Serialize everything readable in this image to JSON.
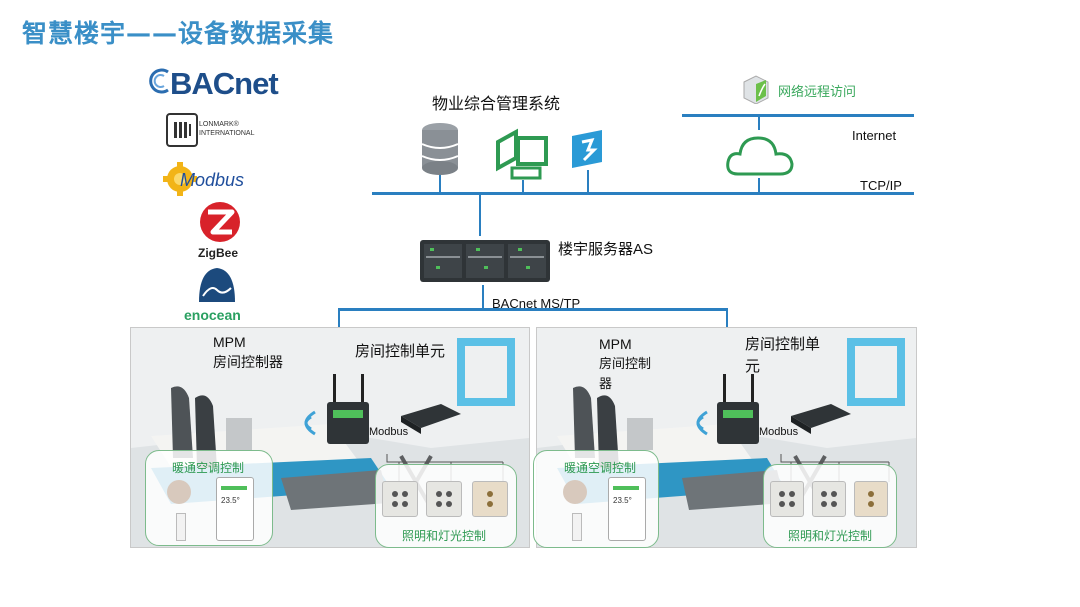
{
  "title": "智慧楼宇——设备数据采集",
  "protocols": {
    "bacnet": "BACnet",
    "lonmark": "LONMARK® INTERNATIONAL",
    "modbus": "Modbus",
    "zigbee": "ZigBee",
    "enocean": "enocean"
  },
  "network": {
    "management_system": "物业综合管理系统",
    "remote_access": "网络远程访问",
    "internet": "Internet",
    "tcpip": "TCP/IP",
    "building_server": "楼宇服务器AS",
    "bacnet_mstp": "BACnet MS/TP"
  },
  "rooms": [
    {
      "mpm": "MPM",
      "room_controller": "房间控制器",
      "room_control_unit": "房间控制单元",
      "modbus": "Modbus",
      "hvac": "暖通空调控制",
      "lighting": "照明和灯光控制",
      "thermostat_reading": "23.5°"
    },
    {
      "mpm": "MPM",
      "room_controller": "房间控制器",
      "room_control_unit": "房间控制单元",
      "modbus": "Modbus",
      "hvac": "暖通空调控制",
      "lighting": "照明和灯光控制",
      "thermostat_reading": "23.5°"
    }
  ],
  "colors": {
    "title": "#3a8fc7",
    "network_line": "#2a7fc0",
    "green_accent": "#2e9a52",
    "bacnet_logo": "#1e4e8a"
  }
}
